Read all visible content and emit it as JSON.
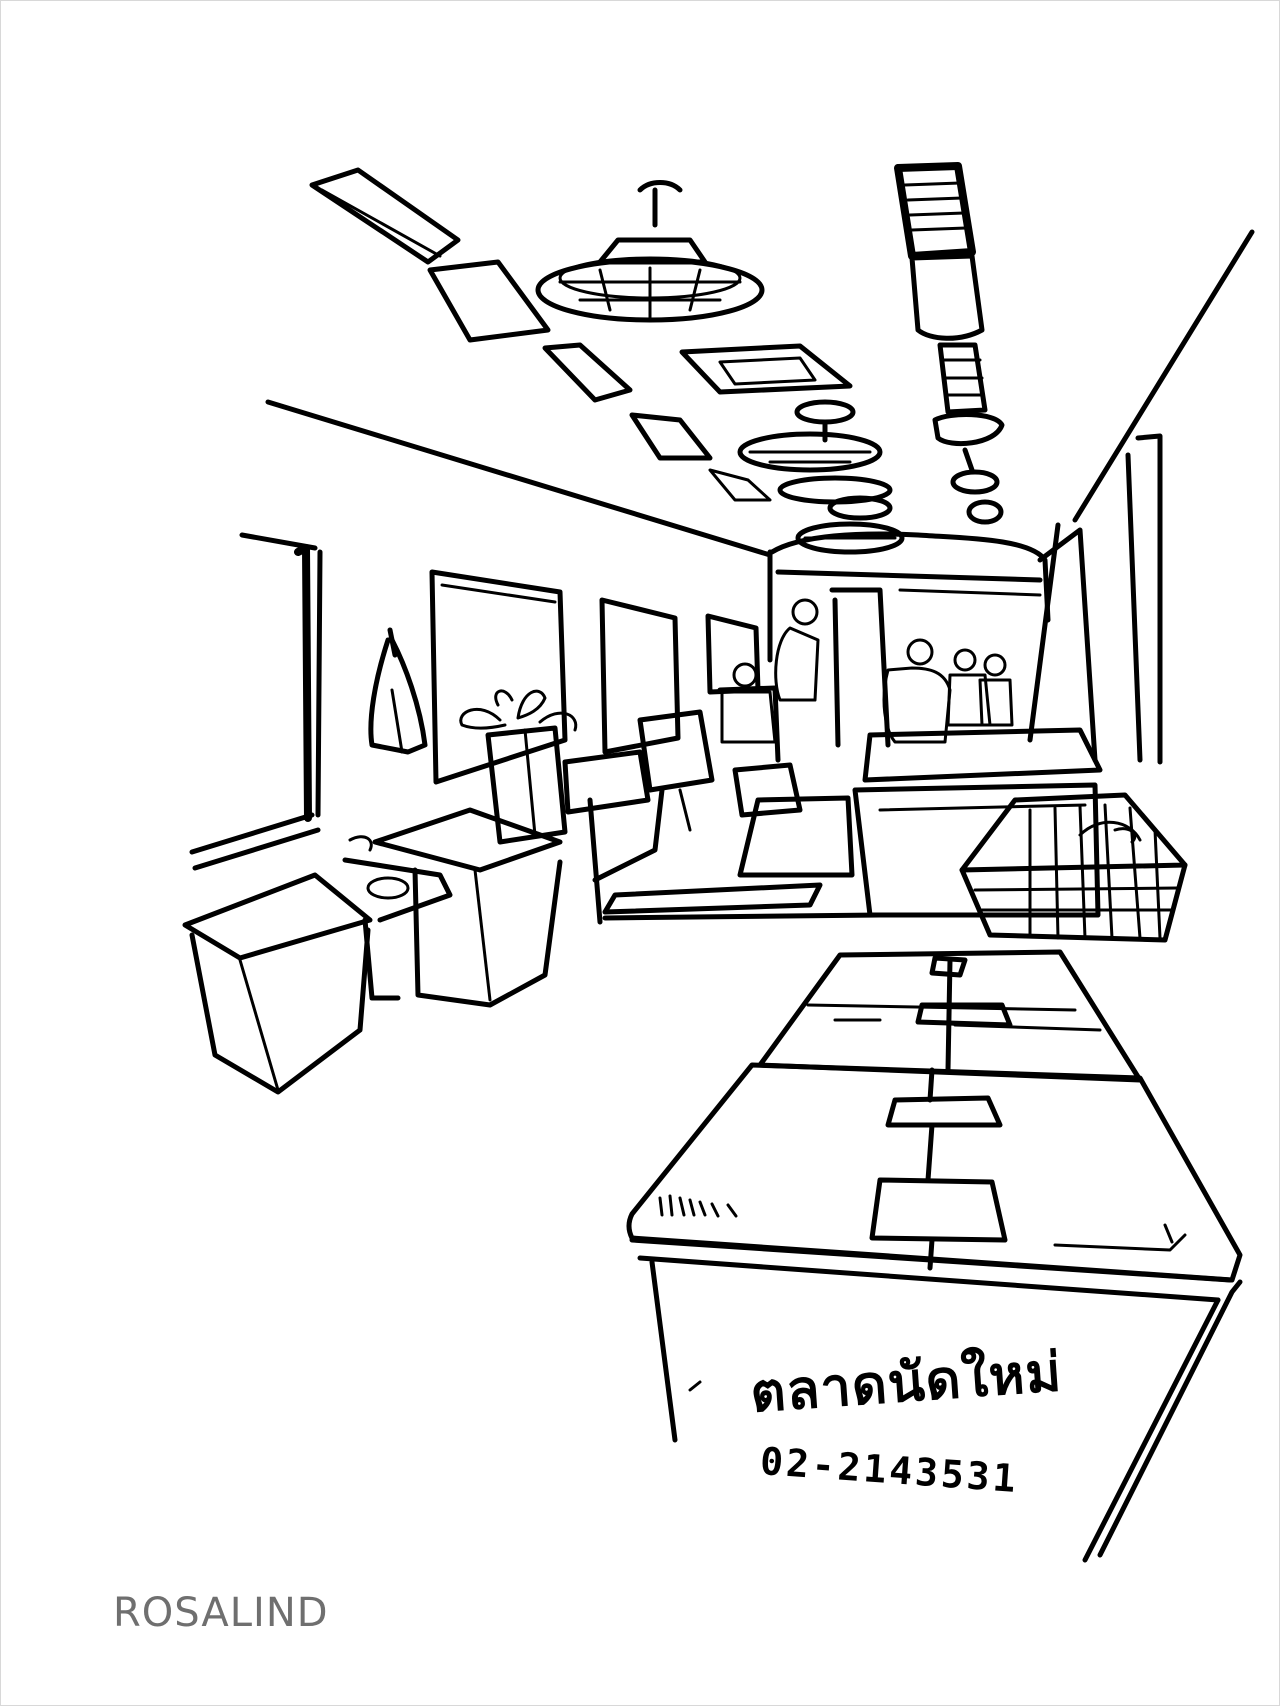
{
  "artwork": {
    "style": "black ink line sketch",
    "ink_color": "#000000",
    "paper_color": "#ffffff"
  },
  "counter_sign": {
    "shop_name": "ตลาดนัดใหม่",
    "phone": "02-2143531"
  },
  "signature": "ROSALIND"
}
